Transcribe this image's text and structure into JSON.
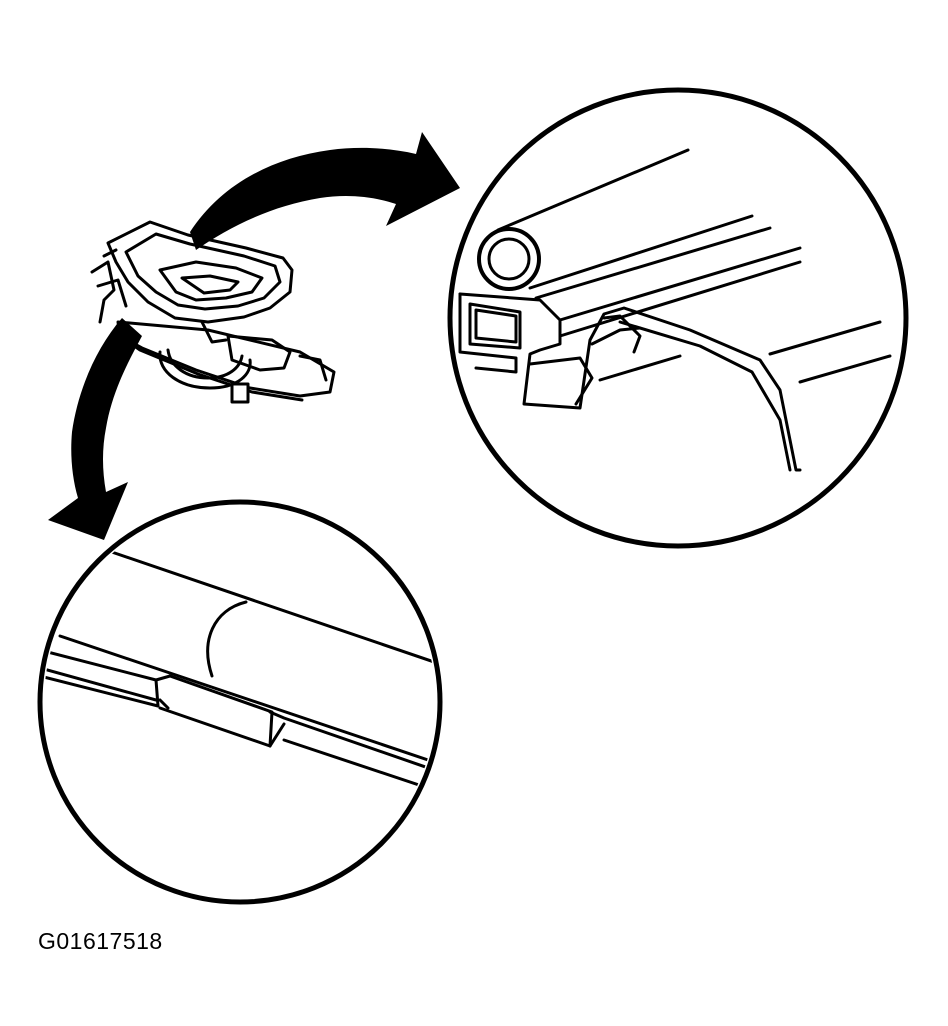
{
  "figure": {
    "id_label": "G01617518",
    "ink_color": "#000000",
    "background_color": "#ffffff"
  },
  "icons": {
    "arrow_top": "curved-arrow-right",
    "arrow_bottom": "curved-arrow-down"
  }
}
